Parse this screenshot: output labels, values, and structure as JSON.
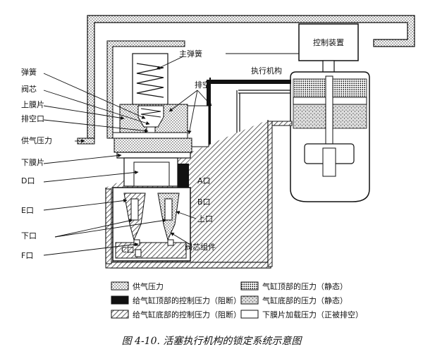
{
  "labels": {
    "control_device": "控制装置",
    "actuator": "执行机构",
    "main_spring": "主弹簧",
    "exhaust": "排空",
    "spring": "弹簧",
    "valve_core": "阀芯",
    "upper_diaphragm": "上膜片",
    "exhaust_port": "排空口",
    "supply_pressure": "供气压力",
    "lower_diaphragm": "下膜片",
    "port_d": "D口",
    "port_a": "A口",
    "port_b": "B口",
    "port_e": "E口",
    "upper_port": "上口",
    "lower_port": "下口",
    "port_c": "C口",
    "port_f": "F口",
    "valve_core_assembly": "阀芯组件"
  },
  "legend": [
    {
      "pattern": "dots-sparse",
      "text": "供气压力"
    },
    {
      "pattern": "dots-dense",
      "text": "气缸顶部的压力（静态）"
    },
    {
      "pattern": "black",
      "text": "给气缸顶部的控制压力（阻断）"
    },
    {
      "pattern": "stipple",
      "text": "气缸底部的压力（静态）"
    },
    {
      "pattern": "hatch",
      "text": "给气缸底部的控制压力（阻断）"
    },
    {
      "pattern": "white",
      "text": "下膜片加载压力（正被排空）"
    }
  ],
  "caption": "图 4-10.  活塞执行机构的锁定系统示意图"
}
